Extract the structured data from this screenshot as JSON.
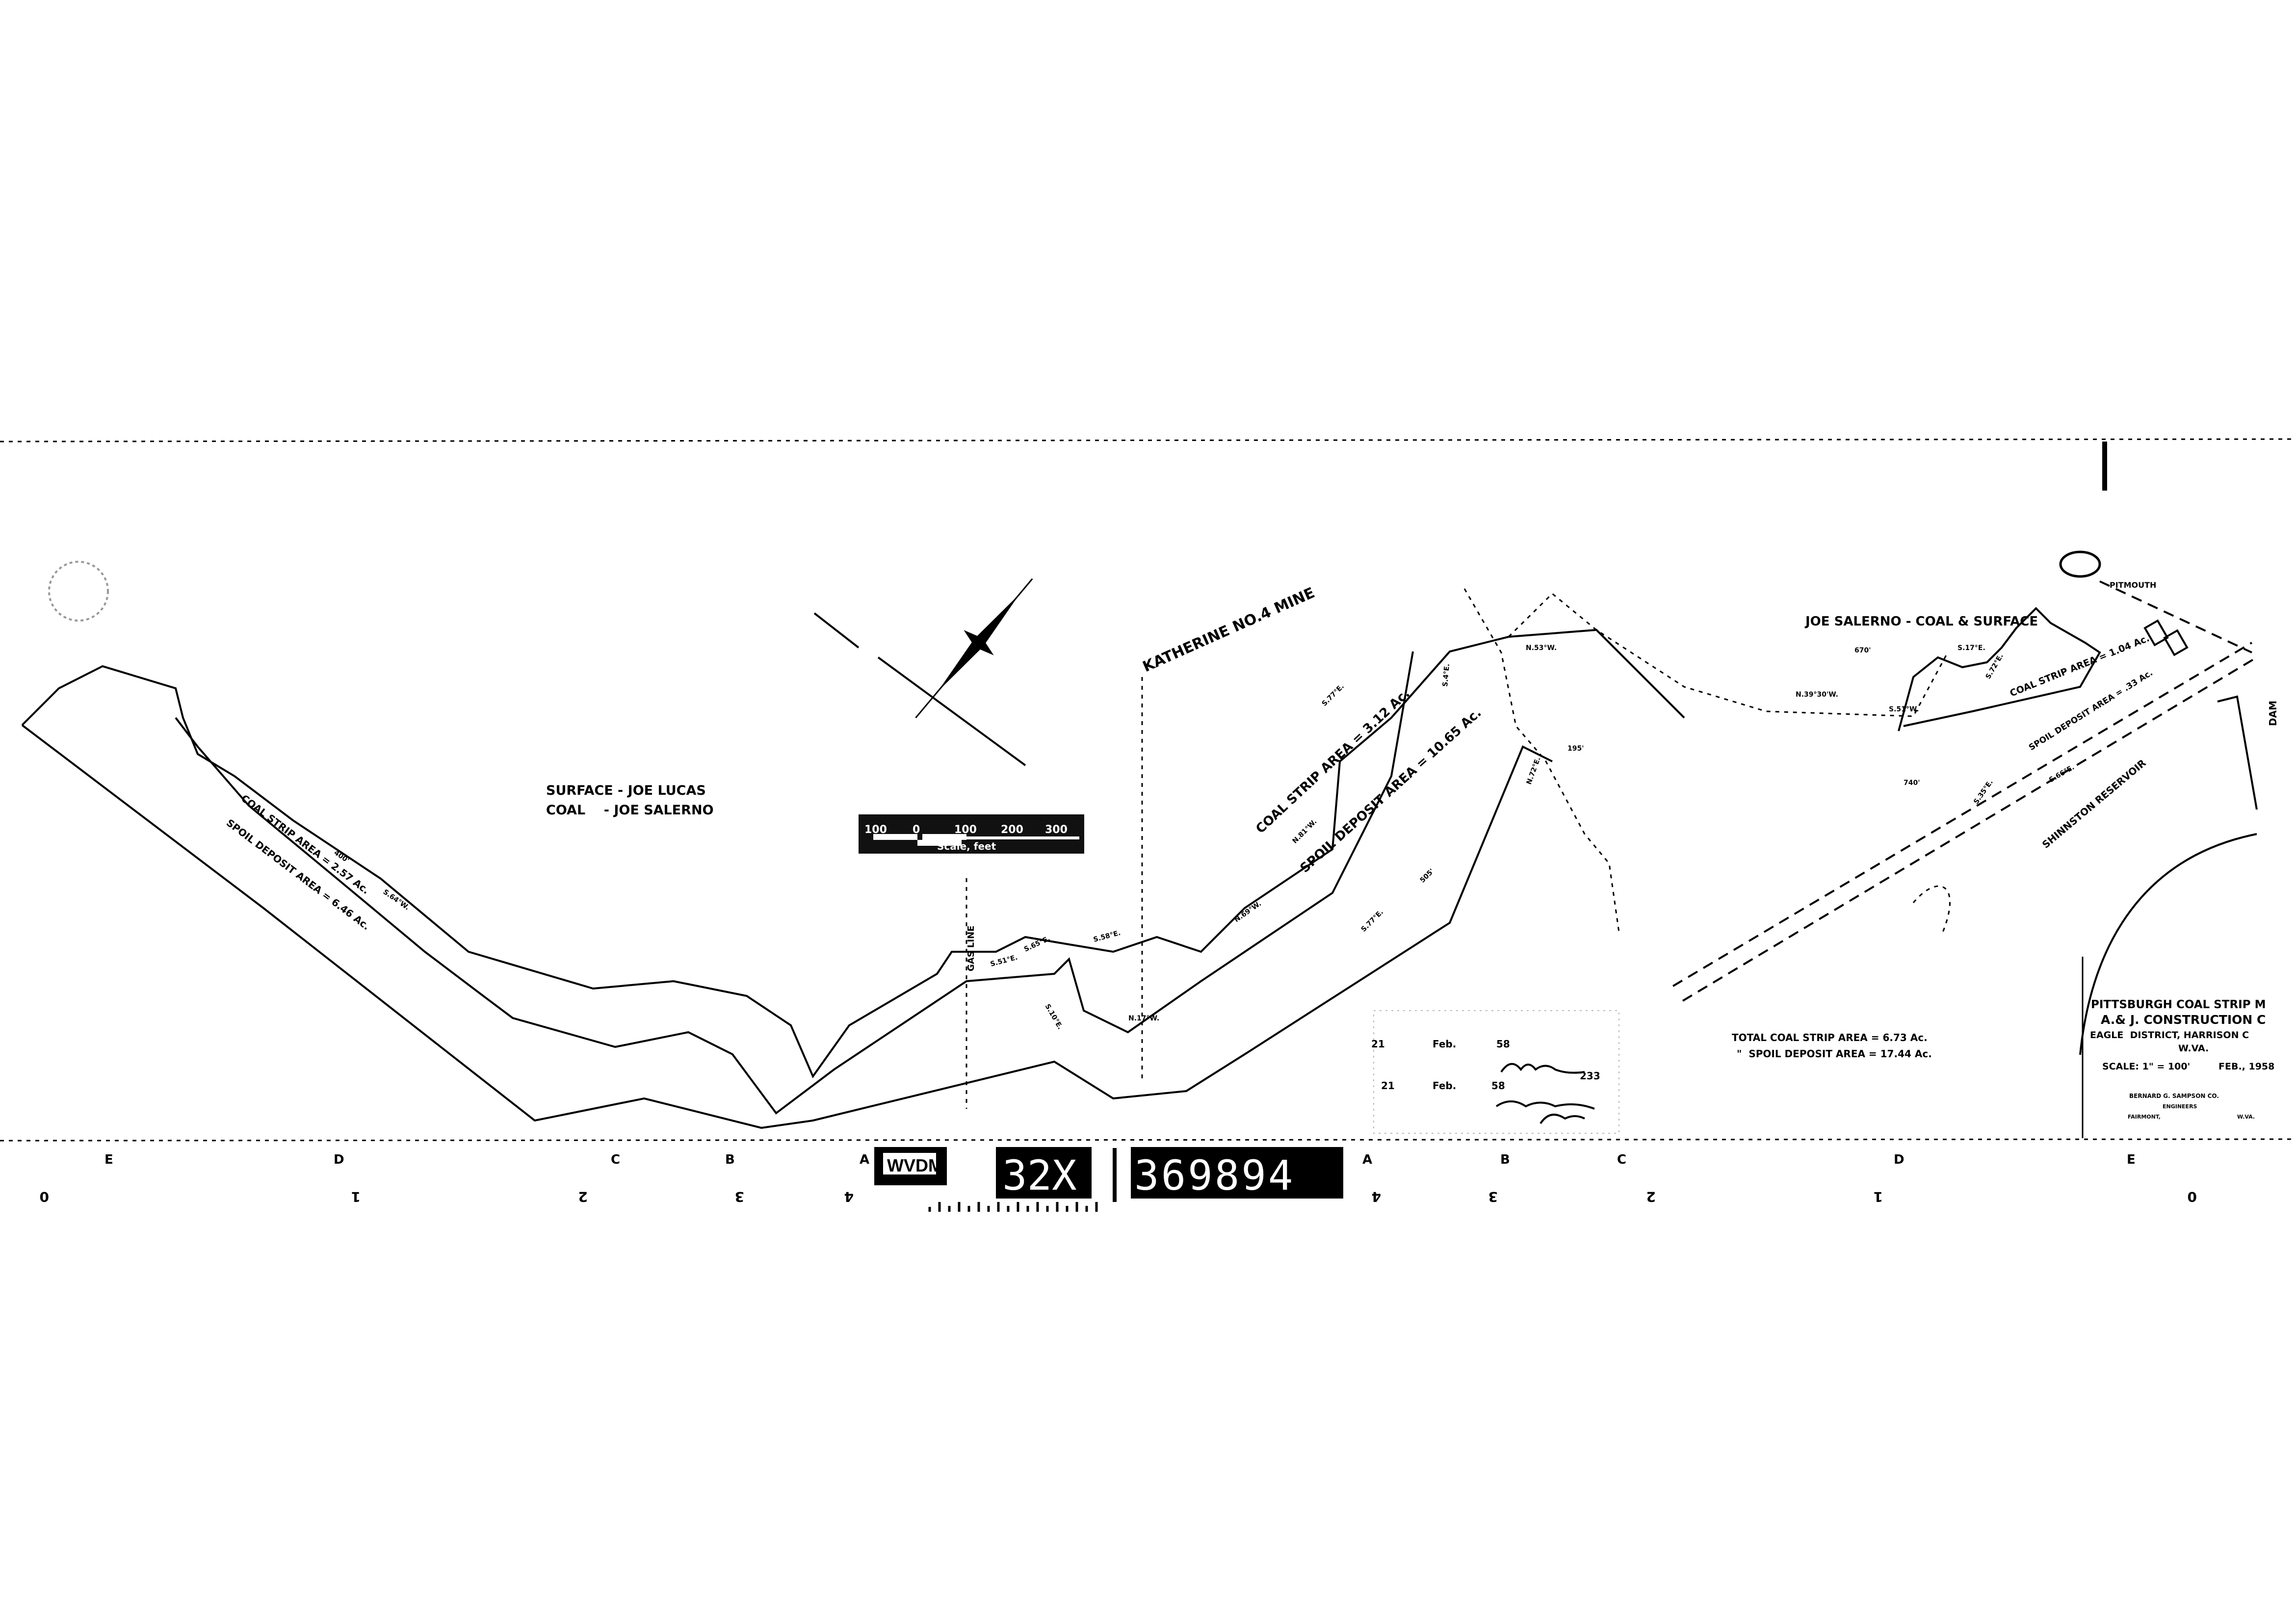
{
  "owners": {
    "surface_left": "SURFACE - JOE LUCAS",
    "coal_left": "COAL    - JOE SALERNO",
    "right": "JOE SALERNO - COAL & SURFACE"
  },
  "features": {
    "mine": "KATHERINE NO.4 MINE",
    "pitmouth": "PITMOUTH",
    "reservoir": "SHINNSTON RESERVOIR",
    "dam": "DAM",
    "gas_line": "GAS LINE"
  },
  "areas": {
    "coal_strip_1": "COAL STRIP AREA = 2.57 Ac.",
    "spoil_1": "SPOIL DEPOSIT AREA = 6.46 Ac.",
    "coal_strip_2": "COAL STRIP AREA = 3.12 Ac.",
    "spoil_2": "SPOIL DEPOSIT AREA = 10.65 Ac.",
    "coal_strip_3": "COAL STRIP AREA = 1.04 Ac.",
    "spoil_3": "SPOIL DEPOSIT AREA = .33 Ac."
  },
  "totals": {
    "coal": "TOTAL COAL STRIP AREA = 6.73 Ac.",
    "spoil": "\"  SPOIL DEPOSIT AREA = 17.44 Ac."
  },
  "bearings": [
    "S.77°E.",
    "N.72°E.",
    "N.81°W.",
    "N.69°W.",
    "S.77°E.",
    "N.53°W.",
    "S.4°E.",
    "S.51°W.",
    "N.39°30'W.",
    "S.66°E.",
    "S.35°E.",
    "740'",
    "670'",
    "S.17°E.",
    "S.72°E.",
    "400'",
    "S.64°W.",
    "S.58°E.",
    "S.65°E.",
    "S.51°E.",
    "S.10°E.",
    "N.17°W.",
    "505'",
    "195'"
  ],
  "scale_bar": {
    "ticks": [
      "100",
      "0",
      "100",
      "200",
      "300"
    ],
    "caption": "Scale, feet"
  },
  "title_block": {
    "line1": "PITTSBURGH COAL STRIP M",
    "line2": "A.& J. CONSTRUCTION C",
    "line3": "EAGLE  DISTRICT, HARRISON C",
    "line4": "W.VA.",
    "scale": "SCALE: 1\" = 100'",
    "date": "FEB., 1958",
    "firm": "BERNARD G. SAMPSON CO.",
    "firm_sub": "ENGINEERS",
    "city": "FAIRMONT,",
    "state": "W.VA."
  },
  "certificate": {
    "day1": "21",
    "month1": "Feb.",
    "year1": "58",
    "number": "233",
    "day2": "21",
    "month2": "Feb.",
    "year2": "58"
  },
  "film_strip": {
    "archive": "WVDM",
    "reel": "32X",
    "frame": "369894",
    "letters": [
      "E",
      "D",
      "C",
      "B",
      "A",
      "A",
      "B",
      "C",
      "D",
      "E"
    ],
    "numbers": [
      "0",
      "1",
      "2",
      "3",
      "4",
      "4",
      "3",
      "2",
      "1",
      "0"
    ]
  }
}
